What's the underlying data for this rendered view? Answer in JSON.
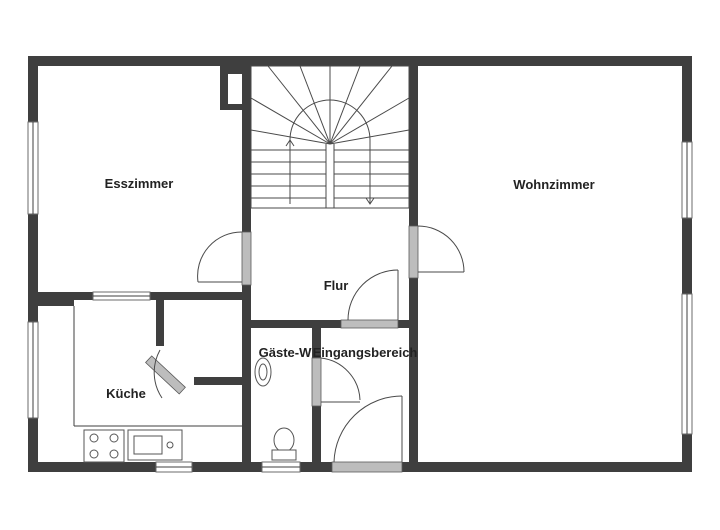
{
  "rooms": {
    "esszimmer": "Esszimmer",
    "wohnzimmer": "Wohnzimmer",
    "flur": "Flur",
    "kueche": "Küche",
    "gaeste_wc": "Gäste-W",
    "eingangsbereich": "Eingangsbereich"
  },
  "colors": {
    "wall": "#3f3f3f",
    "door_leaf": "#bdbdbd",
    "background": "#ffffff"
  }
}
